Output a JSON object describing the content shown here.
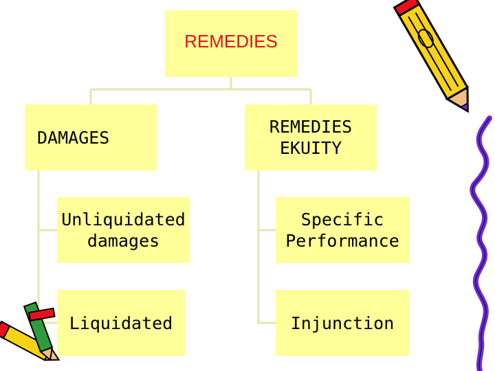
{
  "diagram": {
    "root": {
      "label": "REMEDIES",
      "text_color": "#e8101a"
    },
    "left_branch": {
      "label": "DAMAGES",
      "children": [
        "Unliquidated damages",
        "Liquidated"
      ]
    },
    "right_branch": {
      "label": "REMEDIES EKUITY",
      "children": [
        "Specific Performance",
        "Injunction"
      ]
    }
  },
  "colors": {
    "box_fill": "#ffff99",
    "connector": "#e6e6b3",
    "text": "#000000"
  },
  "decorations": [
    "pencil-icon",
    "squiggle-icon",
    "pencils-icon"
  ]
}
